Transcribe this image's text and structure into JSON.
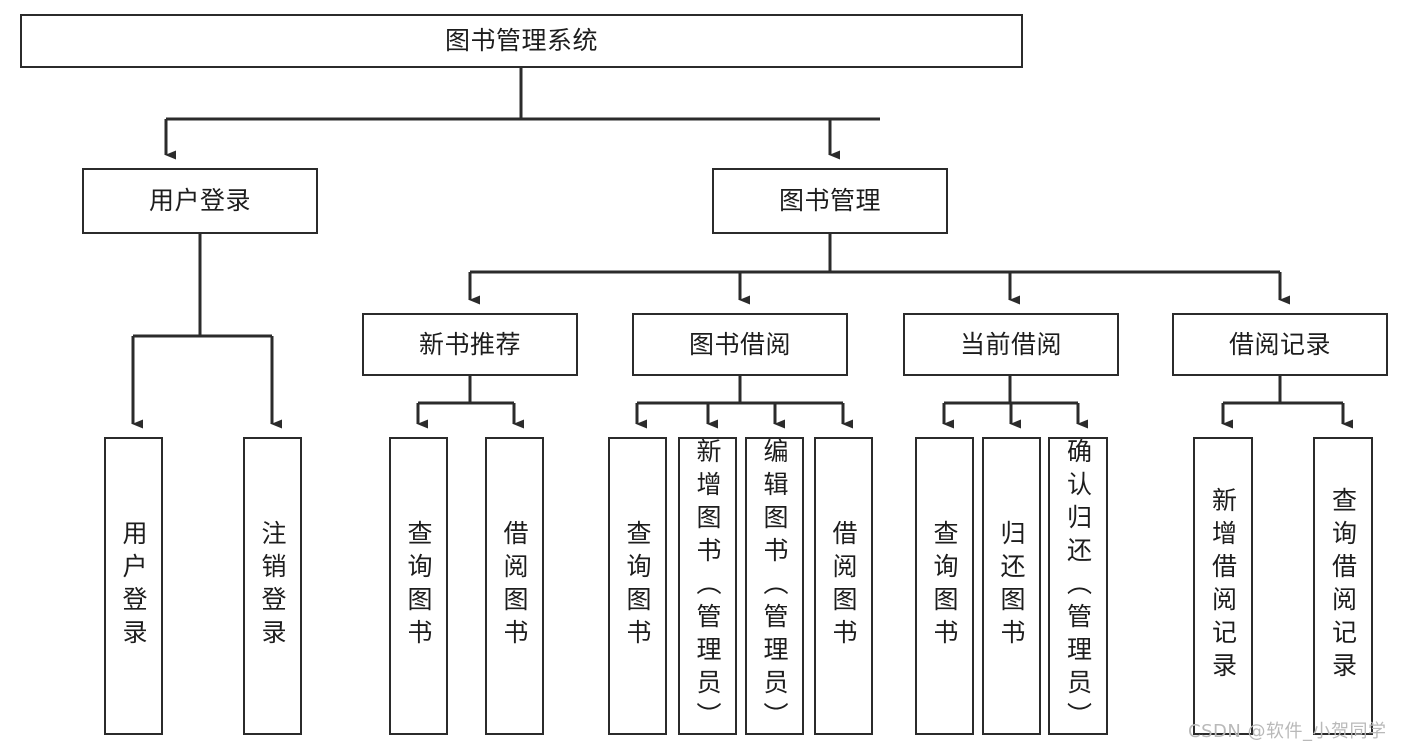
{
  "diagram": {
    "title": "图书管理系统",
    "type": "tree-hierarchy-chart",
    "orientation": "top-down",
    "line_color": "#2b2b2b",
    "box_fill": "#ffffff",
    "text_color": "#1d1d1d",
    "nodes": {
      "root": {
        "label": "图书管理系统",
        "level": 0
      },
      "l1": [
        {
          "label": "用户登录",
          "level": 1
        },
        {
          "label": "图书管理",
          "level": 1
        }
      ],
      "l2": [
        {
          "label": "新书推荐",
          "level": 2
        },
        {
          "label": "图书借阅",
          "level": 2
        },
        {
          "label": "当前借阅",
          "level": 2
        },
        {
          "label": "借阅记录",
          "level": 2
        }
      ],
      "leaves_user_login": [
        {
          "label": "用户登录",
          "level": 2
        },
        {
          "label": "注销登录",
          "level": 2
        }
      ],
      "leaves_new_book": [
        {
          "label": "查询图书",
          "level": 3
        },
        {
          "label": "借阅图书",
          "level": 3
        }
      ],
      "leaves_borrow": [
        {
          "label": "查询图书",
          "level": 3
        },
        {
          "label": "新增图书（管理员）",
          "level": 3
        },
        {
          "label": "编辑图书（管理员）",
          "level": 3
        },
        {
          "label": "借阅图书",
          "level": 3
        }
      ],
      "leaves_current": [
        {
          "label": "查询图书",
          "level": 3
        },
        {
          "label": "归还图书",
          "level": 3
        },
        {
          "label": "确认归还（管理员）",
          "level": 3
        }
      ],
      "leaves_records": [
        {
          "label": "新增借阅记录",
          "level": 3
        },
        {
          "label": "查询借阅记录",
          "level": 3
        }
      ]
    }
  },
  "watermark": {
    "text": "CSDN @软件_小贺同学"
  }
}
